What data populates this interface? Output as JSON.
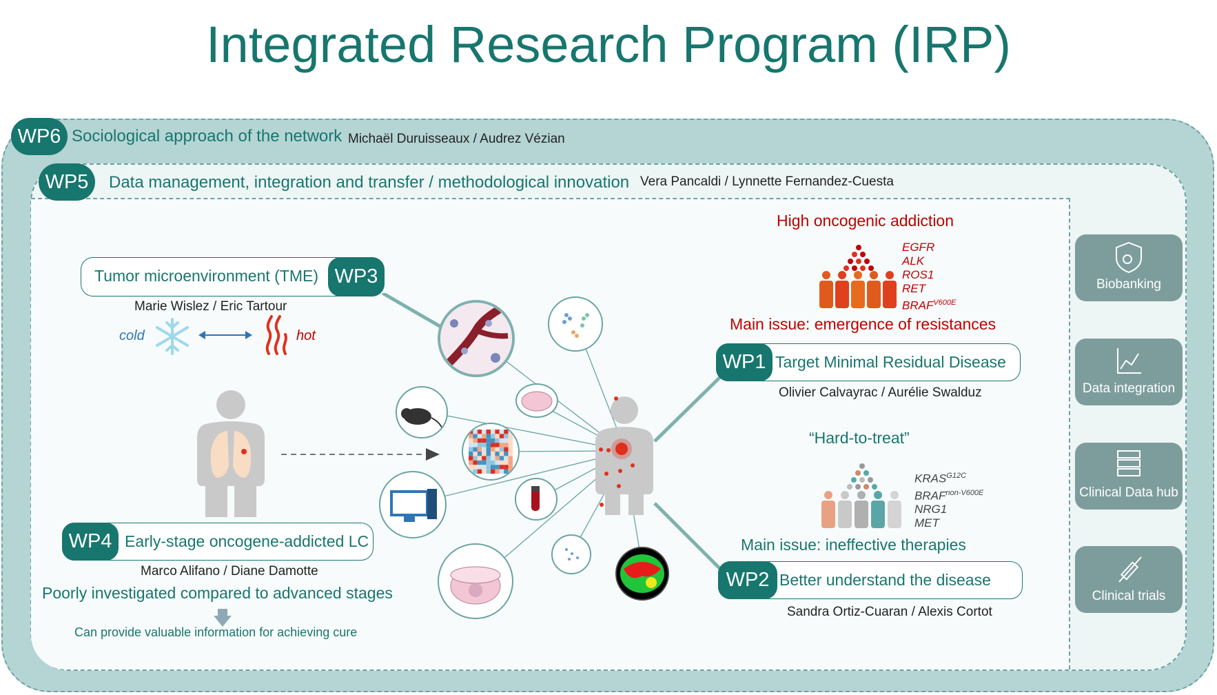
{
  "title": "Integrated Research Program (IRP)",
  "wp6": {
    "badge": "WP6",
    "heading": "Sociological approach of the network",
    "names": "Michaël Duruisseaux / Audrez Vézian"
  },
  "wp5": {
    "badge": "WP5",
    "heading": "Data management, integration and transfer / methodological innovation",
    "names": "Vera Pancaldi / Lynnette Fernandez-Cuesta"
  },
  "wp3": {
    "badge": "WP3",
    "heading": "Tumor microenvironment (TME)",
    "names": "Marie Wislez / Eric Tartour",
    "cold": "cold",
    "hot": "hot"
  },
  "wp4": {
    "badge": "WP4",
    "heading": "Early-stage oncogene-addicted LC",
    "names": "Marco Alifano / Diane Damotte",
    "note1": "Poorly investigated compared to advanced stages",
    "note2": "Can provide valuable information for achieving cure"
  },
  "high": {
    "title": "High oncogenic addiction",
    "issue": "Main issue: emergence of resistances",
    "genes": [
      {
        "t": "EGFR",
        "s": ""
      },
      {
        "t": "ALK",
        "s": ""
      },
      {
        "t": "ROS1",
        "s": ""
      },
      {
        "t": "RET",
        "s": ""
      },
      {
        "t": "BRAF",
        "s": "V600E"
      }
    ]
  },
  "wp1": {
    "badge": "WP1",
    "heading": "Target Minimal Residual Disease",
    "names": "Olivier Calvayrac / Aurélie Swalduz"
  },
  "hard": {
    "title": "“Hard-to-treat”",
    "issue": "Main issue: ineffective therapies",
    "genes": [
      {
        "t": "KRAS",
        "s": "G12C"
      },
      {
        "t": "BRAF",
        "s": "non-V600E"
      },
      {
        "t": "NRG1",
        "s": ""
      },
      {
        "t": "MET",
        "s": ""
      }
    ]
  },
  "wp2": {
    "badge": "WP2",
    "heading": "Better understand the disease",
    "names": "Sandra Ortiz-Cuaran / Alexis Cortot"
  },
  "sidebar": [
    {
      "label": "Biobanking",
      "icon": "shield-virus-icon"
    },
    {
      "label": "Data integration",
      "icon": "chart-line-icon"
    },
    {
      "label": "Clinical Data hub",
      "icon": "server-icon"
    },
    {
      "label": "Clinical trials",
      "icon": "syringe-icon"
    }
  ],
  "colors": {
    "teal": "#17766e",
    "red": "#c00000",
    "frame": "#b5d4d4",
    "sidebar": "#7d9d9c"
  }
}
